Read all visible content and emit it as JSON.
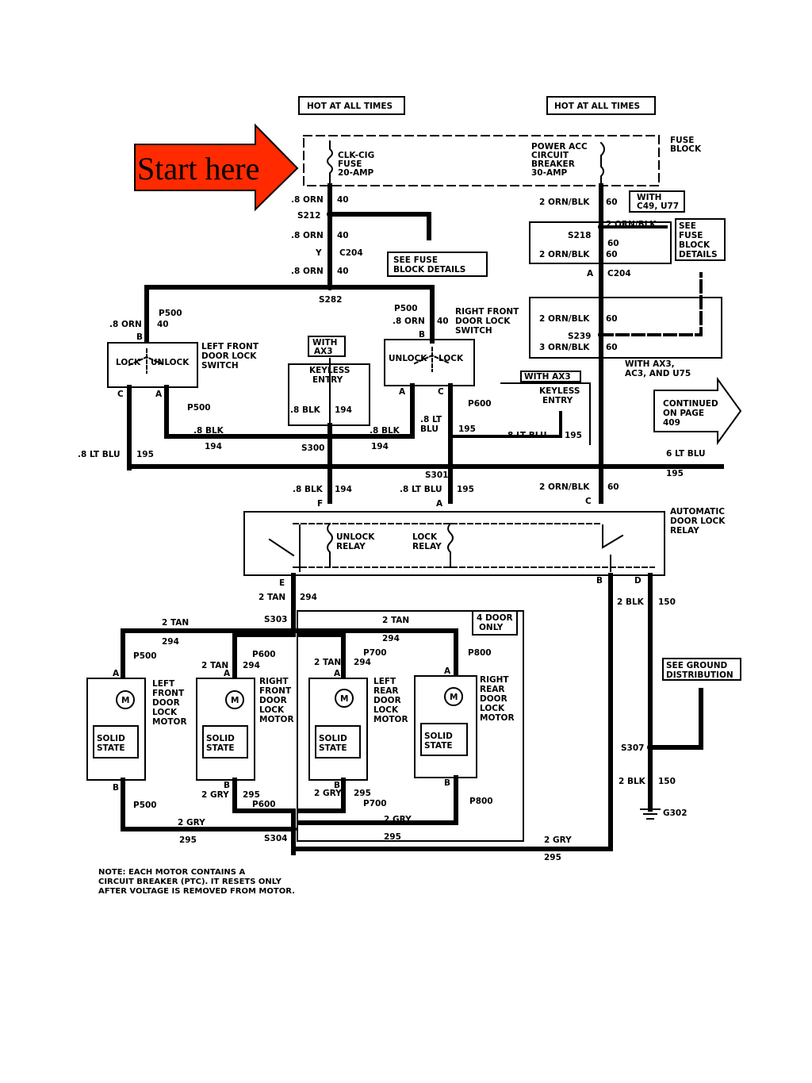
{
  "callout": {
    "text": "Start here",
    "fill": "#ff2a00"
  },
  "sources": {
    "left": "HOT AT ALL TIMES",
    "right": "HOT AT ALL TIMES"
  },
  "fuse_block": {
    "title": [
      "FUSE",
      "BLOCK"
    ],
    "left_fuse": [
      "CLK-CIG",
      "FUSE",
      "20-AMP"
    ],
    "right_breaker": [
      "POWER ACC",
      "CIRCUIT",
      "BREAKER",
      "30-AMP"
    ]
  },
  "wires": {
    "orn_40": ".8 ORN",
    "c40": "40",
    "orn_blk": "2 ORN/BLK",
    "c60": "60",
    "blk_194": ".8 BLK",
    "c194": "194",
    "lt_blu": ".8 LT BLU",
    "c195": "195",
    "lt_blu_a": ".8 LT",
    "lt_blu_b": "BLU",
    "tan_294": "2 TAN",
    "c294": "294",
    "gry_295": "2 GRY",
    "c295": "295",
    "blk_150": "2 BLK",
    "c150": "150",
    "orn_blk_3": "3 ORN/BLK",
    "lt_blu_6": "6 LT BLU"
  },
  "splices": {
    "s212": "S212",
    "s282": "S282",
    "s218": "S218",
    "s239": "S239",
    "s300": "S300",
    "s301": "S301",
    "s303": "S303",
    "s304": "S304",
    "s307": "S307"
  },
  "connectors": {
    "c204": "C204",
    "y": "Y",
    "a": "A",
    "p500": "P500",
    "p600": "P600",
    "p700": "P700",
    "p800": "P800",
    "g302": "G302"
  },
  "pins": {
    "a": "A",
    "b": "B",
    "c": "C",
    "d": "D",
    "e": "E",
    "f": "F"
  },
  "boxes": {
    "see_fuse_1": [
      "SEE FUSE",
      "BLOCK DETAILS"
    ],
    "with_c49": [
      "WITH",
      "C49, U77"
    ],
    "see_fuse_2": [
      "SEE",
      "FUSE",
      "BLOCK",
      "DETAILS"
    ],
    "with_ax3_1": [
      "WITH",
      "AX3"
    ],
    "keyless_1": [
      "KEYLESS",
      "ENTRY"
    ],
    "with_ax3_2": "WITH AX3",
    "keyless_2": [
      "KEYLESS",
      "ENTRY"
    ],
    "with_ax3_ac3": [
      "WITH AX3,",
      "AC3, AND U75"
    ],
    "continued": [
      "CONTINUED",
      "ON PAGE",
      "409"
    ],
    "four_door": [
      "4 DOOR",
      "ONLY"
    ],
    "see_ground": [
      "SEE GROUND",
      "DISTRIBUTION"
    ]
  },
  "switches": {
    "left": {
      "title": [
        "LEFT FRONT",
        "DOOR LOCK",
        "SWITCH"
      ],
      "lock": "LOCK",
      "unlock": "UNLOCK"
    },
    "right": {
      "title": [
        "RIGHT FRONT",
        "DOOR LOCK",
        "SWITCH"
      ],
      "lock": "LOCK",
      "unlock": "UNLOCK"
    }
  },
  "relay": {
    "title": [
      "AUTOMATIC",
      "DOOR LOCK",
      "RELAY"
    ],
    "unlock": [
      "UNLOCK",
      "RELAY"
    ],
    "lock": [
      "LOCK",
      "RELAY"
    ]
  },
  "motors": {
    "m": "M",
    "solid": [
      "SOLID",
      "STATE"
    ],
    "lf": [
      "LEFT",
      "FRONT",
      "DOOR",
      "LOCK",
      "MOTOR"
    ],
    "rf": [
      "RIGHT",
      "FRONT",
      "DOOR",
      "LOCK",
      "MOTOR"
    ],
    "lr": [
      "LEFT",
      "REAR",
      "DOOR",
      "LOCK",
      "MOTOR"
    ],
    "rr": [
      "RIGHT",
      "REAR",
      "DOOR",
      "LOCK",
      "MOTOR"
    ]
  },
  "note": [
    "NOTE: EACH MOTOR CONTAINS A",
    "CIRCUIT BREAKER (PTC). IT RESETS ONLY",
    "AFTER VOLTAGE IS REMOVED FROM MOTOR."
  ]
}
